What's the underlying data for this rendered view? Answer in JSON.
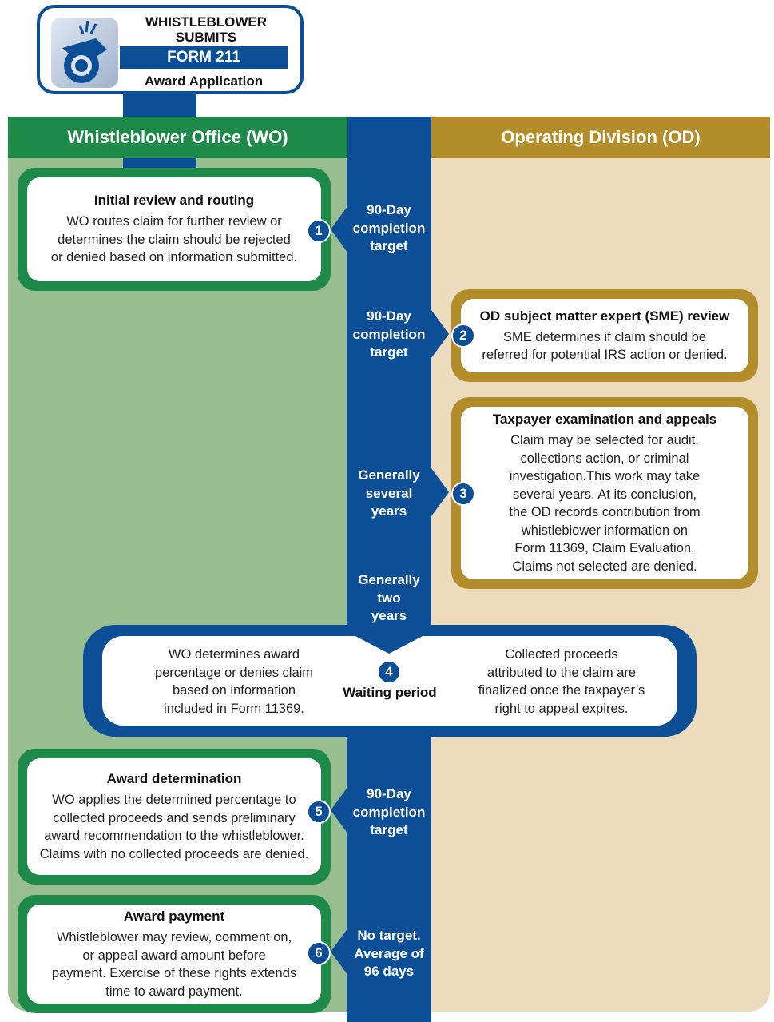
{
  "top": {
    "line1": "WHISTLEBLOWER",
    "line2": "SUBMITS",
    "form": "FORM 211",
    "subtitle": "Award Application"
  },
  "headers": {
    "wo": "Whistleblower Office (WO)",
    "od": "Operating Division (OD)"
  },
  "steps": [
    {
      "num": "1",
      "title": "Initial review and routing",
      "text": "WO routes claim for further review or\ndetermines the claim should be rejected\nor denied based on information submitted.",
      "target": "90-Day\ncompletion\ntarget"
    },
    {
      "num": "2",
      "title": "OD subject matter expert (SME) review",
      "text": "SME determines if claim should be\nreferred for potential IRS action or denied.",
      "target": "90-Day\ncompletion\ntarget"
    },
    {
      "num": "3",
      "title": "Taxpayer examination and appeals",
      "text": "Claim may be selected for audit,\ncollections action, or criminal\ninvestigation.This work may take\nseveral years. At its conclusion,\nthe OD records contribution from\nwhistleblower information on\nForm 11369, Claim Evaluation.\nClaims not selected are denied.",
      "target": "Generally\nseveral\nyears"
    },
    {
      "num": "4",
      "title": "Waiting period",
      "left_text": "WO determines award\npercentage or denies claim\nbased on information\nincluded in Form 11369.",
      "right_text": "Collected proceeds\nattributed to the claim are\nfinalized once the taxpayer’s\nright to appeal expires.",
      "target": "Generally\ntwo\nyears"
    },
    {
      "num": "5",
      "title": "Award determination",
      "text": "WO applies the determined percentage to\ncollected proceeds and sends preliminary\naward recommendation to the whistleblower.\nClaims with no collected proceeds are denied.",
      "target": "90-Day\ncompletion\ntarget"
    },
    {
      "num": "6",
      "title": "Award payment",
      "text": "Whistleblower may review, comment on,\nor appeal award amount before\npayment. Exercise of these rights extends\ntime to award payment.",
      "target": "No target.\nAverage of\n96 days"
    }
  ],
  "colors": {
    "blue": "#0d4f96",
    "wo_green": "#1e8a4a",
    "wo_bg": "#97bd91",
    "od_gold": "#b38d2a",
    "od_bg": "#ecdcbd"
  },
  "icons": {
    "whistle": "whistle-icon"
  }
}
